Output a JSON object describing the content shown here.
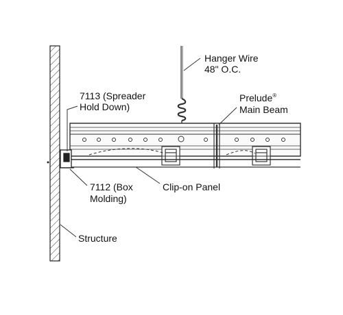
{
  "labels": {
    "hanger_wire_1": "Hanger Wire",
    "hanger_wire_2": "48\" O.C.",
    "spreader_1": "7113 (Spreader",
    "spreader_2": "Hold Down)",
    "prelude_1": "Prelude",
    "prelude_reg": "®",
    "prelude_2": "Main Beam",
    "box_molding_1": "7112 (Box",
    "box_molding_2": "Molding)",
    "clip_on_panel": "Clip-on Panel",
    "structure": "Structure"
  }
}
